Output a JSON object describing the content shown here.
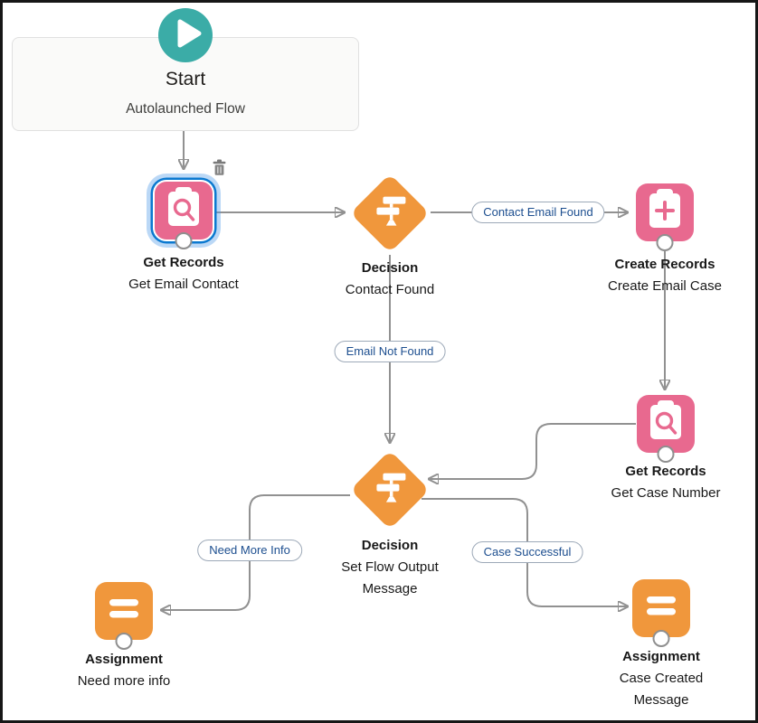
{
  "colors": {
    "start_teal": "#3BACA7",
    "record_pink": "#E8698F",
    "logic_orange": "#F0973C",
    "selection_blue": "#0B79D0",
    "connector_gray": "#919191",
    "label_blue": "#1C4E8F"
  },
  "icons": {
    "start": "play-icon",
    "record_lookup": "record-lookup-clipboard-search-icon",
    "record_create": "record-create-clipboard-plus-icon",
    "decision": "decision-signpost-icon",
    "assignment": "assignment-equals-icon",
    "delete": "trash-icon"
  },
  "start_node": {
    "title": "Start",
    "subtitle": "Autolaunched Flow"
  },
  "nodes": [
    {
      "title": "Get Records",
      "subtitle": "Get Email Contact",
      "type": "record-lookup",
      "selected": true
    },
    {
      "title": "Decision",
      "subtitle": "Contact Found",
      "type": "decision"
    },
    {
      "title": "Create Records",
      "subtitle": "Create Email Case",
      "type": "record-create"
    },
    {
      "title": "Get Records",
      "subtitle": "Get Case Number",
      "type": "record-lookup"
    },
    {
      "title": "Decision",
      "subtitle": "Set Flow Output Message",
      "type": "decision"
    },
    {
      "title": "Assignment",
      "subtitle": "Need more info",
      "type": "assignment"
    },
    {
      "title": "Assignment",
      "subtitle": "Case Created Message",
      "type": "assignment"
    }
  ],
  "connector_labels": [
    {
      "label": "Contact Email Found"
    },
    {
      "label": "Email Not Found"
    },
    {
      "label": "Need More Info"
    },
    {
      "label": "Case Successful"
    }
  ]
}
